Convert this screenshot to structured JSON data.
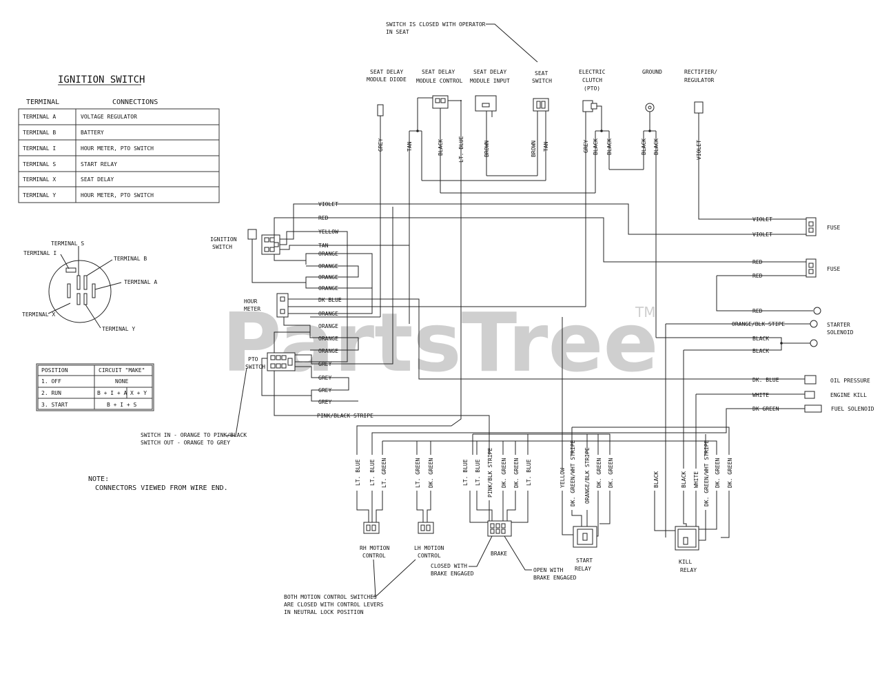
{
  "watermark": {
    "text": "PartsTree",
    "mark": "TM"
  },
  "ignition_table": {
    "title": "IGNITION SWITCH",
    "col_terminal": "TERMINAL",
    "col_connections": "CONNECTIONS",
    "rows": [
      {
        "terminal": "TERMINAL  A",
        "connection": "VOLTAGE REGULATOR"
      },
      {
        "terminal": "TERMINAL  B",
        "connection": "BATTERY"
      },
      {
        "terminal": "TERMINAL  I",
        "connection": "HOUR METER, PTO SWITCH"
      },
      {
        "terminal": "TERMINAL  S",
        "connection": "START RELAY"
      },
      {
        "terminal": "TERMINAL  X",
        "connection": "SEAT DELAY"
      },
      {
        "terminal": "TERMINAL  Y",
        "connection": "HOUR METER, PTO SWITCH"
      }
    ]
  },
  "terminal_labels": {
    "s": "TERMINAL S",
    "i": "TERMINAL I",
    "b": "TERMINAL B",
    "a": "TERMINAL A",
    "x": "TERMINAL X",
    "y": "TERMINAL Y"
  },
  "position_table": {
    "col_position": "POSITION",
    "col_circuit": "CIRCUIT \"MAKE\"",
    "r1_pos": "1. OFF",
    "r1_circ": "NONE",
    "r2_pos": "2. RUN",
    "r2_circ_a": "B + I + A",
    "r2_circ_b": "X + Y",
    "r3_pos": "3. START",
    "r3_circ": "B + I + S"
  },
  "notes": {
    "seat_note_1": "SWITCH IS CLOSED WITH OPERATOR",
    "seat_note_2": "IN SEAT",
    "note_head": "NOTE:",
    "note_body": "CONNECTORS VIEWED FROM WIRE END.",
    "pto_note_1": "SWITCH IN - ORANGE TO PINK/BLACK",
    "pto_note_2": "SWITCH OUT - ORANGE TO GREY",
    "motion_note_1": "BOTH MOTION CONTROL SWITCHES",
    "motion_note_2": "ARE CLOSED WITH CONTROL LEVERS",
    "motion_note_3": "IN NEUTRAL LOCK POSITION",
    "brake_closed_1": "CLOSED WITH",
    "brake_closed_2": "BRAKE ENGAGED",
    "brake_open_1": "OPEN WITH",
    "brake_open_2": "BRAKE ENGAGED"
  },
  "components": {
    "seat_diode_1": "SEAT DELAY",
    "seat_diode_2": "MODULE DIODE",
    "seat_ctrl_1": "SEAT DELAY",
    "seat_ctrl_2": "MODULE CONTROL",
    "seat_input_1": "SEAT DELAY",
    "seat_input_2": "MODULE INPUT",
    "seat_sw_1": "SEAT",
    "seat_sw_2": "SWITCH",
    "clutch_1": "ELECTRIC",
    "clutch_2": "CLUTCH",
    "clutch_3": "(PTO)",
    "ground": "GROUND",
    "rect_1": "RECTIFIER/",
    "rect_2": "REGULATOR",
    "ign_1": "IGNITION",
    "ign_2": "SWITCH",
    "hour_1": "HOUR",
    "hour_2": "METER",
    "pto_1": "PTO",
    "pto_2": "SWITCH",
    "fuse": "FUSE",
    "starter_1": "STARTER",
    "starter_2": "SOLENOID",
    "oil": "OIL PRESSURE",
    "engine_kill": "ENGINE KILL",
    "fuel": "FUEL SOLENOID",
    "rh_1": "RH MOTION",
    "rh_2": "CONTROL",
    "lh_1": "LH MOTION",
    "lh_2": "CONTROL",
    "brake": "BRAKE",
    "start_1": "START",
    "start_2": "RELAY",
    "kill_1": "KILL",
    "kill_2": "RELAY"
  },
  "wires": {
    "top": {
      "grey": "GREY",
      "tan1": "TAN",
      "black1": "BLACK",
      "ltblue": "LT. BLUE",
      "brown1": "BROWN",
      "brown2": "BROWN",
      "tan2": "TAN",
      "grey2": "GREY",
      "black2": "BLACK",
      "black3": "BLACK",
      "black4": "BLACK",
      "violet": "VIOLET"
    },
    "left": {
      "violet": "VIOLET",
      "red": "RED",
      "yellow": "YELLOW",
      "tan": "TAN",
      "or1": "ORANGE",
      "or2": "ORANGE",
      "or3": "ORANGE",
      "or4": "ORANGE",
      "dkblue": "DK BLUE",
      "or5": "ORANGE",
      "or6": "ORANGE",
      "or7": "ORANGE",
      "or8": "ORANGE",
      "grey1": "GREY",
      "grey2": "GREY",
      "grey3": "GREY",
      "grey4": "GREY",
      "pinkblack": "PINK/BLACK STRIPE"
    },
    "right": {
      "violet1": "VIOLET",
      "violet2": "VIOLET",
      "red1": "RED",
      "red2": "RED",
      "red3": "RED",
      "orblk": "ORANGE/BLK STIPE",
      "black1": "BLACK",
      "black2": "BLACK",
      "dkblue": "DK. BLUE",
      "white": "WHITE",
      "dkgreen": "DK GREEN"
    },
    "bottom": {
      "rh1": "LT. BLUE",
      "rh2": "LT. BLUE",
      "rh3": "LT. GREEN",
      "lh1": "LT. GREEN",
      "lh2": "DK. GREEN",
      "br1": "LT. BLUE",
      "br2": "LT. BLUE",
      "br3": "PINK/BLK STRIPE",
      "br4": "DK. GREEN",
      "br5": "DK. GREEN",
      "br6": "LT. BLUE",
      "st1": "YELLOW",
      "st2": "DK. GREEN/WHT STRIPE",
      "st3": "ORANGE/BLK STRIPE",
      "st4": "DK. GREEN",
      "st5": "DK. GREEN",
      "kl1": "BLACK",
      "kl2": "BLACK",
      "kl3": "WHITE",
      "kl4": "DK. GREEN/WHT STRIPE",
      "kl5": "DK. GREEN",
      "kl6": "DK. GREEN"
    }
  }
}
